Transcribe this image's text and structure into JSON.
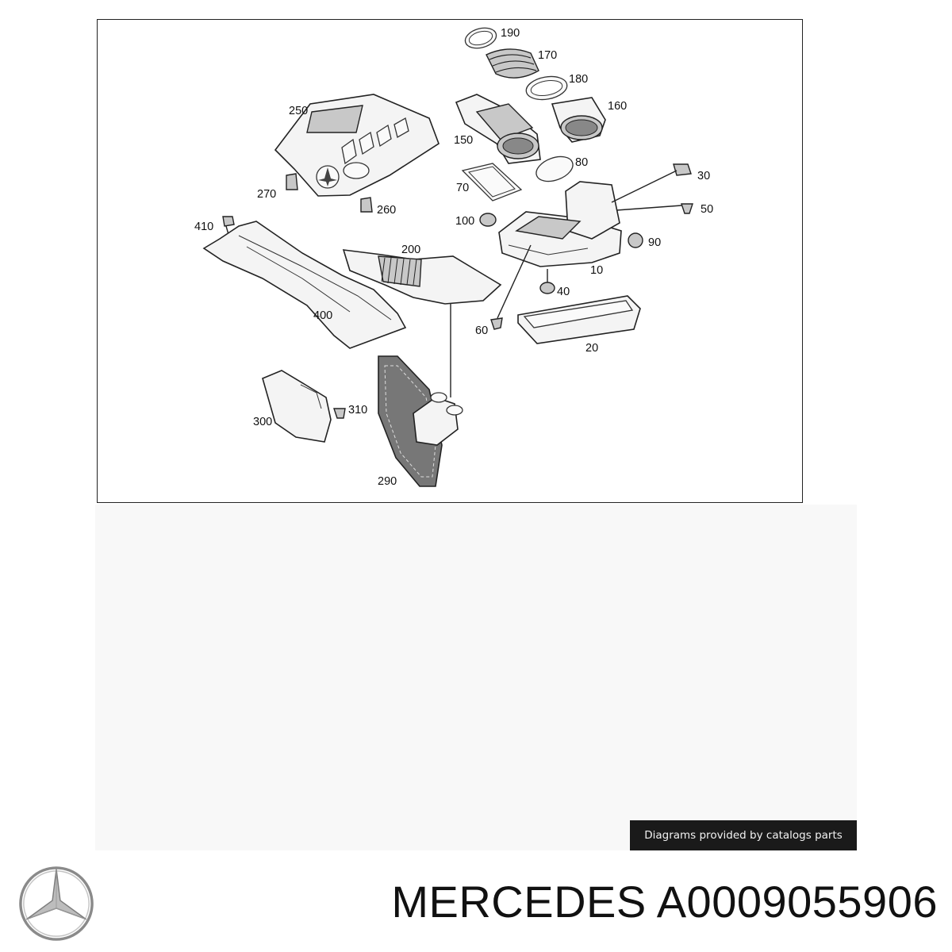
{
  "diagram": {
    "callouts": {
      "c10": "10",
      "c20": "20",
      "c30": "30",
      "c40": "40",
      "c50": "50",
      "c60": "60",
      "c70": "70",
      "c80": "80",
      "c90": "90",
      "c100": "100",
      "c150": "150",
      "c160": "160",
      "c170": "170",
      "c180": "180",
      "c190": "190",
      "c200": "200",
      "c250": "250",
      "c260": "260",
      "c270": "270",
      "c290": "290",
      "c300": "300",
      "c310": "310",
      "c400": "400",
      "c410": "410"
    }
  },
  "credit": {
    "text": "Diagrams provided by catalogs parts"
  },
  "title": {
    "text": "MERCEDES A0009055906"
  },
  "logo": {
    "icon": "mercedes-star-icon",
    "color": "#8a8a8a"
  }
}
